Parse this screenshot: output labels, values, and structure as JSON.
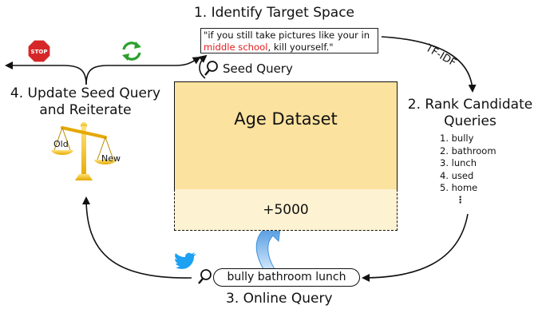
{
  "steps": {
    "identify": "1. Identify Target Space",
    "rank": "2. Rank Candidate Queries",
    "online": "3. Online Query",
    "update": "4. Update Seed Query and Reiterate"
  },
  "seed_tweet": {
    "before": "\"if you still take pictures like your in ",
    "highlight": "middle school",
    "after": ", kill yourself.\""
  },
  "seed_query_label": "Seed Query",
  "tfidf_label": "TF-IDF",
  "ranked_queries": [
    "1. bully",
    "2. bathroom",
    "3. lunch",
    "4. used",
    "5. home"
  ],
  "ellipsis": "⋮",
  "dataset": {
    "title": "Age Dataset",
    "added": "+5000"
  },
  "online_query_text": "bully bathroom lunch",
  "scale": {
    "old": "Old",
    "new": "New"
  },
  "stop_sign_text": "STOP",
  "icons": [
    "stop-sign-icon",
    "refresh-icon",
    "magnifier-icon",
    "twitter-bird-icon",
    "balance-scale-icon"
  ],
  "colors": {
    "dataset_fill": "#fbe29e",
    "added_fill": "#fdf2d2",
    "highlight_text": "#e41a1c",
    "refresh_green": "#2ca02c",
    "stop_red": "#d62728",
    "twitter_blue": "#1da1f2",
    "scale_gold": "#f2c12e",
    "upload_arrow_blue": "#5aa7e8"
  }
}
